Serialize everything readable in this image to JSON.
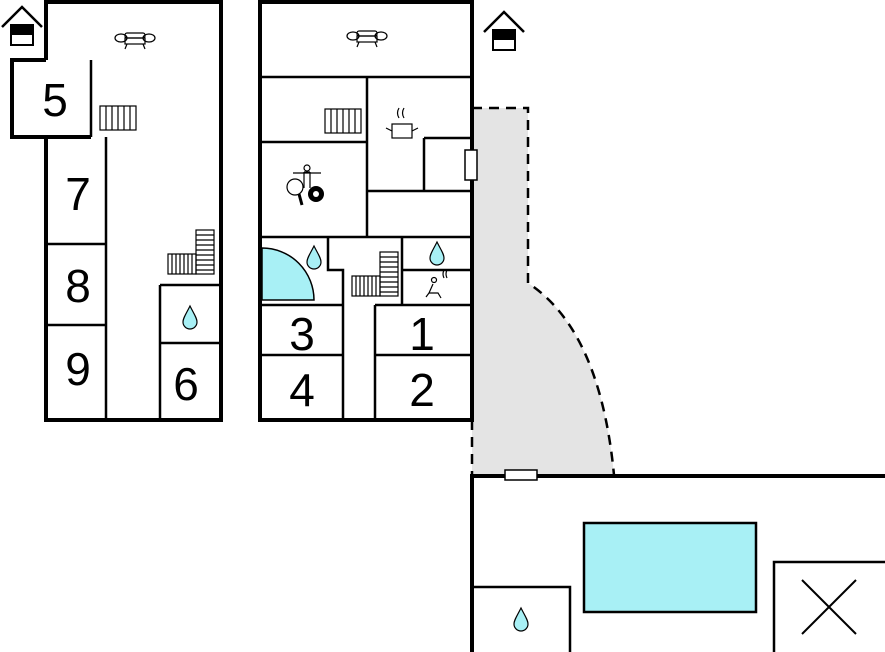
{
  "title": "Floor plan",
  "colors": {
    "water": "#a8f0f5",
    "outdoor": "#e4e4e4",
    "wall": "#000000"
  },
  "rooms": [
    {
      "label": "1"
    },
    {
      "label": "2"
    },
    {
      "label": "3"
    },
    {
      "label": "4"
    },
    {
      "label": "5"
    },
    {
      "label": "6"
    },
    {
      "label": "7"
    },
    {
      "label": "8"
    },
    {
      "label": "9"
    }
  ],
  "icons": [
    "house-icon",
    "sofa-icon",
    "radiator-icon",
    "stairs-icon",
    "water-drop-icon",
    "cooking-pot-icon",
    "table-football-icon",
    "table-tennis-icon",
    "billiard-ball-icon",
    "sauna-icon",
    "pool",
    "window",
    "void-cross"
  ]
}
